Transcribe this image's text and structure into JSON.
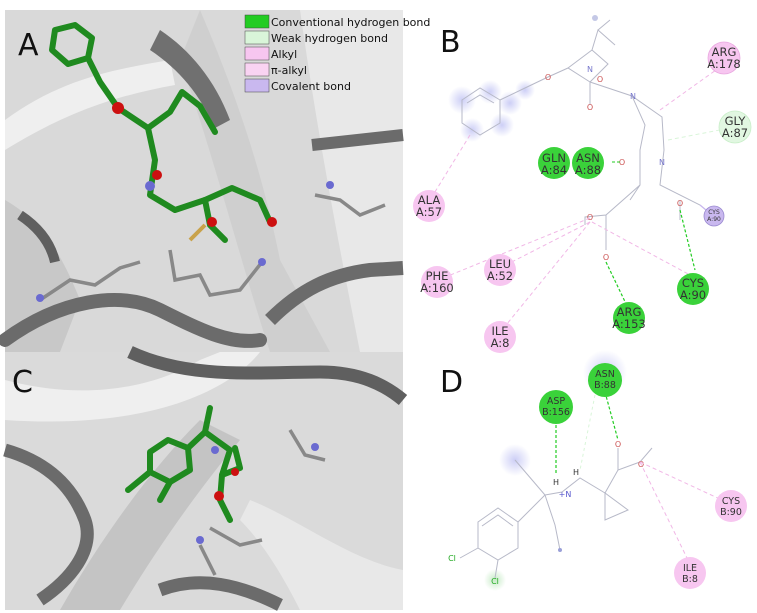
{
  "panels": {
    "a": {
      "letter": "A"
    },
    "b": {
      "letter": "B"
    },
    "c": {
      "letter": "C"
    },
    "d": {
      "letter": "D"
    }
  },
  "legend": {
    "items": [
      {
        "label": "Conventional hydrogen bond",
        "color": "#22cc22"
      },
      {
        "label": "Weak hydrogen bond",
        "color": "#d9f5d9"
      },
      {
        "label": "Alkyl",
        "color": "#f7c6f0"
      },
      {
        "label": "π-alkyl",
        "color": "#f9d3f2"
      },
      {
        "label": "Covalent bond",
        "color": "#c9b8ef"
      }
    ]
  },
  "colors": {
    "hbond": "#22cc22",
    "weak_hbond": "#d9f5d9",
    "alkyl": "#f7c6f0",
    "covalent": "#c9b8ef",
    "ribbon": "#6b6b6b",
    "ligand": "#1f8a1f"
  },
  "residues_b": {
    "arg178": {
      "l1": "ARG",
      "l2": "A:178"
    },
    "gly87": {
      "l1": "GLY",
      "l2": "A:87"
    },
    "gln84": {
      "l1": "GLN",
      "l2": "A:84"
    },
    "asn88": {
      "l1": "ASN",
      "l2": "A:88"
    },
    "ala57": {
      "l1": "ALA",
      "l2": "A:57"
    },
    "cys90cov": {
      "l1": "CYS",
      "l2": "A:90"
    },
    "phe160": {
      "l1": "PHE",
      "l2": "A:160"
    },
    "leu52": {
      "l1": "LEU",
      "l2": "A:52"
    },
    "cys90": {
      "l1": "CYS",
      "l2": "A:90"
    },
    "arg153": {
      "l1": "ARG",
      "l2": "A:153"
    },
    "ile8": {
      "l1": "ILE",
      "l2": "A:8"
    }
  },
  "residues_d": {
    "asn88": {
      "l1": "ASN",
      "l2": "B:88"
    },
    "asp156": {
      "l1": "ASP",
      "l2": "B:156"
    },
    "cys90": {
      "l1": "CYS",
      "l2": "B:90"
    },
    "ile8": {
      "l1": "ILE",
      "l2": "B:8"
    }
  },
  "atoms_d": {
    "h1": "H",
    "h2": "H",
    "nplus": "+N",
    "cl1": "Cl",
    "cl2": "Cl"
  }
}
